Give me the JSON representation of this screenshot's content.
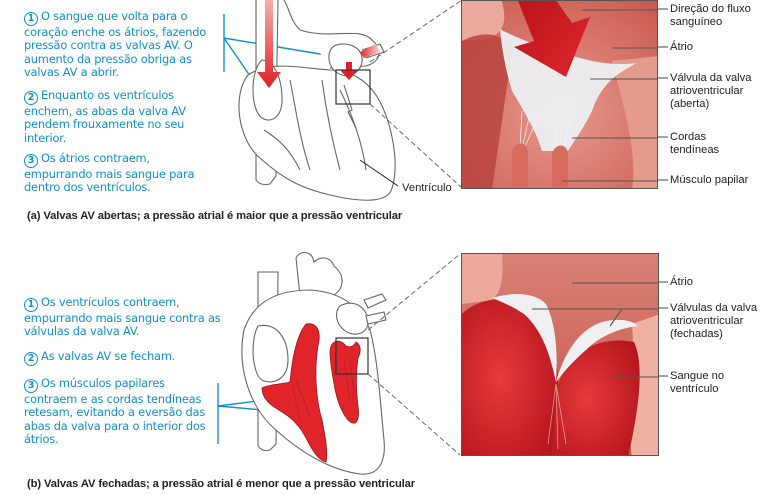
{
  "panel_a": {
    "steps": [
      {
        "num": "1",
        "text": "O sangue que volta para o coração enche os átrios, fazendo pressão contra as valvas AV. O aumento da pressão obriga as valvas AV a abrir."
      },
      {
        "num": "2",
        "text": "Enquanto os ventrículos enchem, as abas da valva AV pendem frouxamente no seu interior."
      },
      {
        "num": "3",
        "text": "Os átrios contraem, empurrando mais sangue para dentro dos ventrículos."
      }
    ],
    "heart_label": "Ventrículo",
    "detail_labels": {
      "direcao": "Direção do fluxo sanguíneo",
      "atrio": "Átrio",
      "valvula": "Válvula da valva atrioventricular (aberta)",
      "cordas": "Cordas tendíneas",
      "musculo": "Músculo papilar"
    },
    "caption": "(a) Valvas AV abertas; a pressão atrial é maior que a pressão ventricular"
  },
  "panel_b": {
    "steps": [
      {
        "num": "1",
        "text": "Os ventrículos contraem, empurrando mais sangue contra as válvulas da valva AV."
      },
      {
        "num": "2",
        "text": "As valvas AV se fecham."
      },
      {
        "num": "3",
        "text": "Os músculos papilares contraem e as cordas tendíneas retesam, evitando a eversão das abas da valva para o interior dos átrios."
      }
    ],
    "detail_labels": {
      "atrio": "Átrio",
      "valvulas": "Válvulas da valva atrioventricular (fechadas)",
      "sangue": "Sangue no ventrículo"
    },
    "caption": "(b) Valvas AV fechadas; a pressão atrial é menor que a pressão ventricular"
  },
  "colors": {
    "step_text": "#1290c9",
    "blood_red": "#d8202a",
    "tissue_pink": "#e38a7e",
    "outline": "#555555"
  }
}
